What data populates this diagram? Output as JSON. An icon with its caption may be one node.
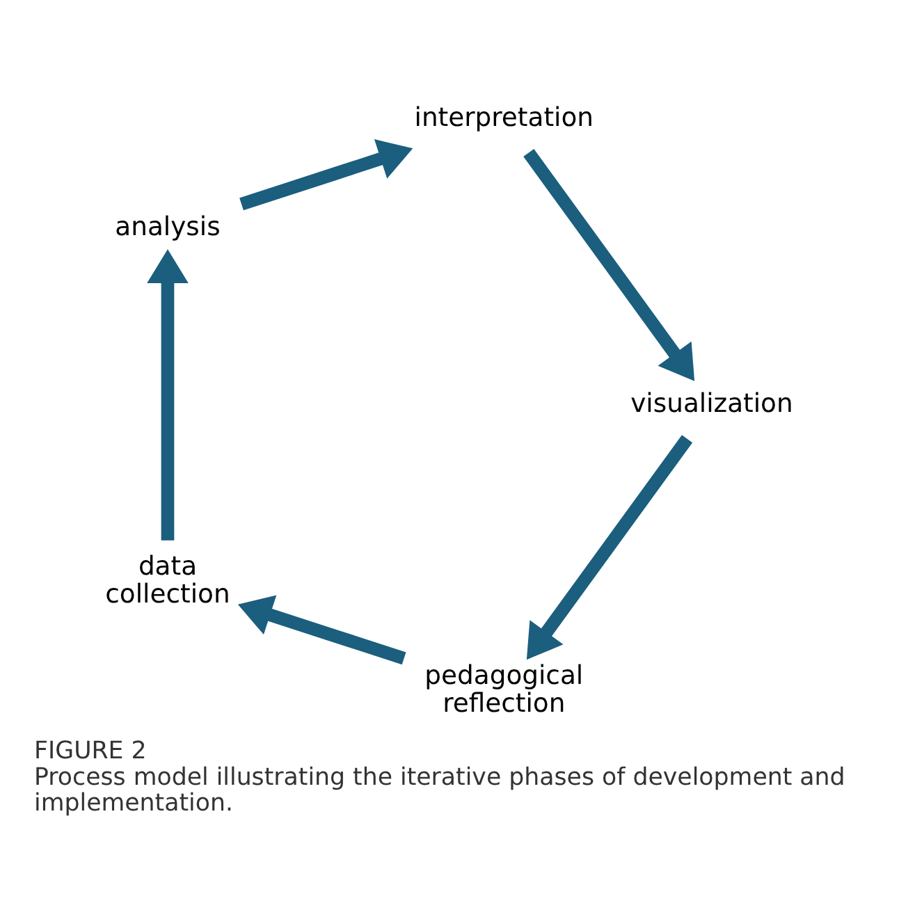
{
  "diagram": {
    "caption": "Process model illustrating the iterative phases of development and implementation.",
    "nodes": [
      {
        "text": [
          "pedagogical reflection"
        ]
      },
      {
        "text": [
          "data collection"
        ]
      },
      {
        "text": [
          "analysis"
        ]
      },
      {
        "text": [
          "interpretation"
        ]
      },
      {
        "text": [
          "visualization"
        ]
      }
    ],
    "edges": [
      {
        "from": 0,
        "to": 1,
        "arrow": "to"
      },
      {
        "from": 1,
        "to": 2,
        "arrow": "to"
      },
      {
        "from": 2,
        "to": 3,
        "arrow": "to"
      },
      {
        "from": 3,
        "to": 4,
        "arrow": "to"
      },
      {
        "from": 4,
        "to": 0,
        "arrow": "to"
      }
    ],
    "labels": [
      "FIGURE 2"
    ]
  }
}
